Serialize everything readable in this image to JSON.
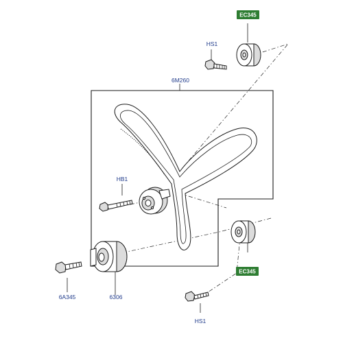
{
  "labels": {
    "tensioner_pulley_top": "EC345",
    "tensioner_pulley_bottom": "EC345",
    "bolt_top": "HS1",
    "bolt_bottom": "HS1",
    "belt_kit": "6M260",
    "tensioner_bolt": "HB1",
    "crank_bolt": "6A345",
    "crank_sprocket": "6306"
  },
  "colors": {
    "badge": "#2e7d32",
    "label": "#1f3a8a",
    "line": "#1a1a1a"
  }
}
